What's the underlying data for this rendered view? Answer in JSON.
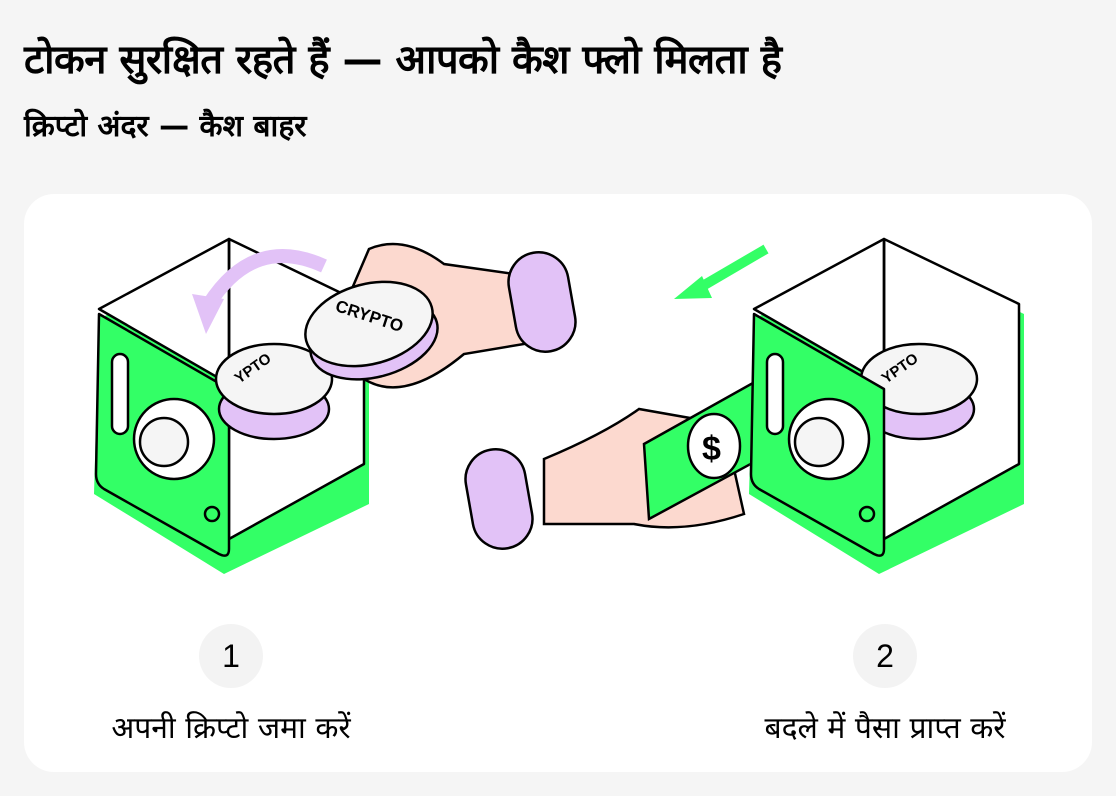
{
  "header": {
    "title": "टोकन सुरक्षित रहते हैं — आपको कैश फ्लो मिलता है",
    "subtitle": "क्रिप्टो अंदर — कैश बाहर"
  },
  "illustration": {
    "coin_label": "CRYPTO",
    "safe_coin_label": "YPTO",
    "bill_symbol": "$",
    "colors": {
      "green": "#33ff66",
      "lilac": "#e2c2f7",
      "skin": "#fcd9cf",
      "coin": "#f5f5f5",
      "outline": "#000000"
    }
  },
  "steps": [
    {
      "number": "1",
      "label": "अपनी क्रिप्टो जमा करें"
    },
    {
      "number": "2",
      "label": "बदले में पैसा प्राप्त करें"
    }
  ]
}
